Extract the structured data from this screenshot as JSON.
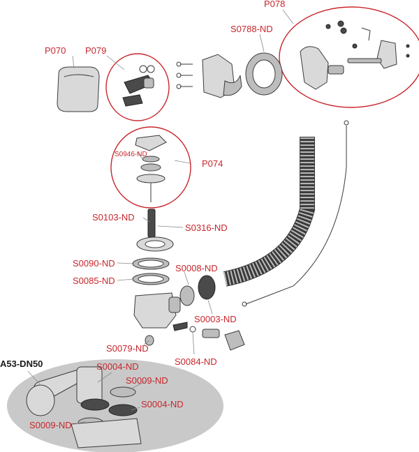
{
  "colors": {
    "label_red": "#c8262c",
    "label_black": "#1a1a1a",
    "kit_shadow": "#c9c9c9"
  },
  "labels": {
    "P078": "P078",
    "S0788": "S0788-ND",
    "P070": "P070",
    "P079": "P079",
    "S0946": "S0946-ND",
    "P074": "P074",
    "S0103": "S0103-ND",
    "S0316": "S0316-ND",
    "S0090": "S0090-ND",
    "S0008": "S0008-ND",
    "S0085": "S0085-ND",
    "S0003": "S0003-ND",
    "S0079": "S0079-ND",
    "S0084": "S0084-ND",
    "A53": "A53-DN50",
    "S0004a": "S0004-ND",
    "S0009a": "S0009-ND",
    "S0004b": "S0004-ND",
    "S0009b": "S0009-ND"
  }
}
